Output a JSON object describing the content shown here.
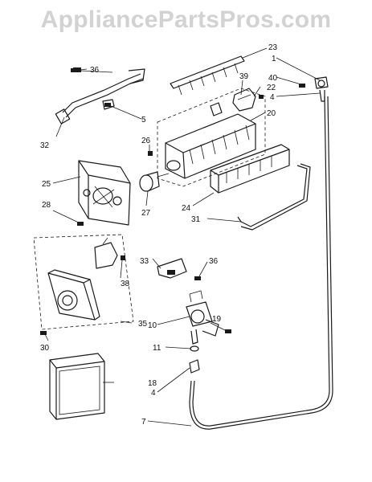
{
  "watermark": "AppliancePartsPros.com",
  "callouts": [
    {
      "id": "c1",
      "label": "1"
    },
    {
      "id": "c4a",
      "label": "4"
    },
    {
      "id": "c4b",
      "label": "4"
    },
    {
      "id": "c5",
      "label": "5"
    },
    {
      "id": "c7",
      "label": "7"
    },
    {
      "id": "c10",
      "label": "10"
    },
    {
      "id": "c11",
      "label": "11"
    },
    {
      "id": "c18",
      "label": "18"
    },
    {
      "id": "c19",
      "label": "19"
    },
    {
      "id": "c20",
      "label": "20"
    },
    {
      "id": "c22",
      "label": "22"
    },
    {
      "id": "c23",
      "label": "23"
    },
    {
      "id": "c24",
      "label": "24"
    },
    {
      "id": "c25",
      "label": "25"
    },
    {
      "id": "c26",
      "label": "26"
    },
    {
      "id": "c27",
      "label": "27"
    },
    {
      "id": "c28",
      "label": "28"
    },
    {
      "id": "c30",
      "label": "30"
    },
    {
      "id": "c31",
      "label": "31"
    },
    {
      "id": "c32",
      "label": "32"
    },
    {
      "id": "c33",
      "label": "33"
    },
    {
      "id": "c35",
      "label": "35"
    },
    {
      "id": "c36a",
      "label": "36"
    },
    {
      "id": "c36b",
      "label": "36"
    },
    {
      "id": "c38",
      "label": "38"
    },
    {
      "id": "c39",
      "label": "39"
    },
    {
      "id": "c40",
      "label": "40"
    }
  ]
}
